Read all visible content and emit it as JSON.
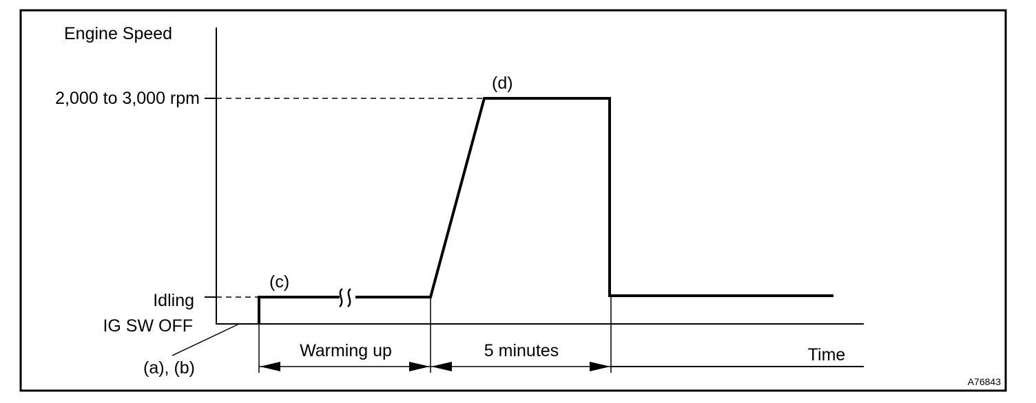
{
  "y_axis_label": "Engine Speed",
  "x_axis_label": "Time",
  "levels": {
    "high": "2,000 to 3,000 rpm",
    "idle": "Idling",
    "off": "IG SW OFF"
  },
  "annotations": {
    "start": "(a), (b)",
    "idle_start": "(c)",
    "high_speed": "(d)"
  },
  "phases": {
    "warming": "Warming up",
    "hold": "5 minutes"
  },
  "figure_code": "A76843"
}
